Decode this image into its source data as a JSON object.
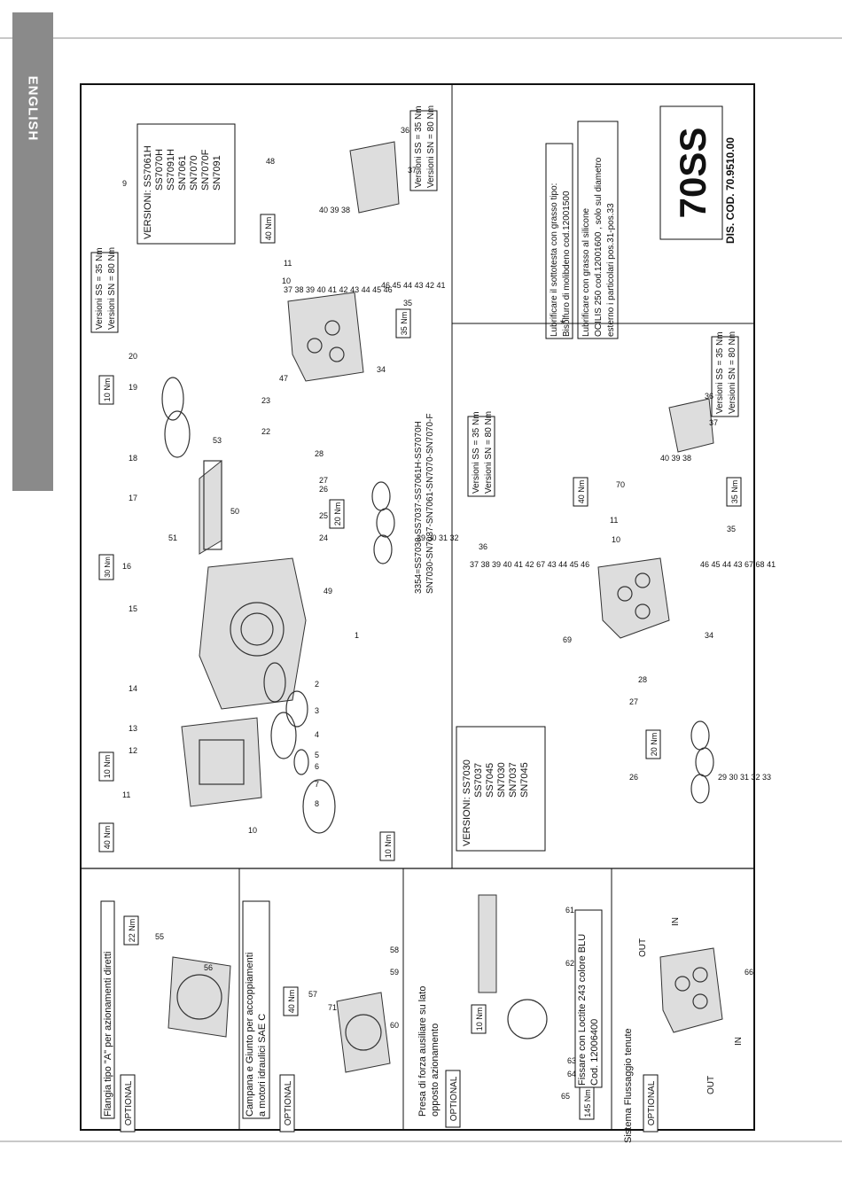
{
  "side_tab": "ENGLISH",
  "model": "70SS",
  "dis_cod": "DIS. COD. 70.9510.00",
  "versions_top": [
    "VERSIONI: SS7061H",
    "SS7070H",
    "SS7091H",
    "SN7061",
    "SN7070",
    "SN7070F",
    "SN7091"
  ],
  "versions_bottom": [
    "VERSIONI: SS7030",
    "SS7037",
    "SS7045",
    "SN7030",
    "SN7037",
    "SN7045"
  ],
  "lubrication": {
    "note1": "Lubrificare  il sottotesta con grasso tipo:",
    "note1b": "Bisolfuro di molibdeno cod.12001500",
    "note2": "Lubrificare con grasso al silicone",
    "note2b": "OCILIS 250 cod.12001600 , solo sul diametro",
    "note2c": "esterno i particolari pos.31-pos.33"
  },
  "torque": {
    "ss35": "Versioni SS = 35 Nm",
    "sn80": "Versioni SN = 80 Nm",
    "t10": "10 Nm",
    "t20": "20 Nm",
    "t22": "22 Nm",
    "t30": "30 Nm",
    "t35": "35 Nm",
    "t40": "40 Nm",
    "t145": "145 Nm"
  },
  "range_label": "3354=SS7030-SS7037-SS7061H-SS7070H",
  "range_label2": "SN7030-SN7037-SN7061-SN7070-SN7070-F",
  "optional": {
    "label": "OPTIONAL",
    "opt1_title": "Flangia tipo \"A\" per azionamenti diretti",
    "opt2_title": "Campana e Giunto per accoppiamenti",
    "opt2_title_b": "a motori idraulici SAE C",
    "opt3_title": "Presa di forza ausiliare su lato",
    "opt3_title_b": "opposto azionamento",
    "opt3_note": "Fissare con Loctite 243 colore BLU",
    "opt3_note_b": "Cod. 12006400",
    "opt4_title": "Sistema Flussaggio tenute",
    "in": "IN",
    "out": "OUT"
  },
  "part_numbers": {
    "p1": "1",
    "p2": "2",
    "p3": "3",
    "p4": "4",
    "p5": "5",
    "p6": "6",
    "p7": "7",
    "p8": "8",
    "p9": "9",
    "p10": "10",
    "p11": "11",
    "p12": "12",
    "p13": "13",
    "p14": "14",
    "p15": "15",
    "p16": "16",
    "p17": "17",
    "p18": "18",
    "p19": "19",
    "p20": "20",
    "p22": "22",
    "p23": "23",
    "p24": "24",
    "p25": "25",
    "p26": "26",
    "p27": "27",
    "p28": "28",
    "p29": "29",
    "p30": "30",
    "p31": "31",
    "p32": "32",
    "p33": "33",
    "p34": "34",
    "p35": "35",
    "p36": "36",
    "p37": "37",
    "p47": "47",
    "p48": "48",
    "p49": "49",
    "p50": "50",
    "p51": "51",
    "p53": "53",
    "p55": "55",
    "p56": "56",
    "p57": "57",
    "p58": "58",
    "p59": "59",
    "p60": "60",
    "p61": "61",
    "p62": "62",
    "p63": "63",
    "p64": "64",
    "p65": "65",
    "p66": "66",
    "p69": "69",
    "p70": "70",
    "p71": "71",
    "seq_top": "37 38 39 40 41 42 43 44 45 46",
    "seq_top2": "46 45 44 43 42 41",
    "seq_top3": "40 39 38",
    "seq_bot": "37 38 39 40 41 42 67 43 44 45 46",
    "seq_bot2": "46 45 44 43 67 68 41",
    "seq_bot3": "40 39 38",
    "seq_bot4": "29 30 31 32 33",
    "seq_top4": "29 30 31 32",
    "star": "*"
  }
}
